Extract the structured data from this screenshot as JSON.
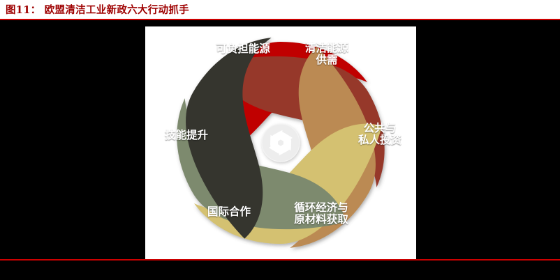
{
  "header": {
    "figure_number": "图11：",
    "title": "欧盟清洁工业新政六大行动抓手",
    "full_title": "图11： 欧盟清洁工业新政六大行动抓手",
    "title_color": "#9E0000",
    "rule_color": "#CC0000"
  },
  "figure": {
    "panel_background": "#FFFFFF",
    "center_icon": "aperture-shutter-icon",
    "center_icon_color": "#E8E8E8",
    "blades": [
      {
        "id": "affordable-energy",
        "label": "可负担能源",
        "color": "#C00000",
        "position": "top-left"
      },
      {
        "id": "clean-energy-supply-demand",
        "label": "清洁能源\n供需",
        "color": "#96372B",
        "position": "top-right"
      },
      {
        "id": "public-private-investment",
        "label": "公共与\n私人投资",
        "color": "#BB8A52",
        "position": "right"
      },
      {
        "id": "circular-economy-raw-materials",
        "label": "循环经济与\n原材料获取",
        "color": "#D4C171",
        "position": "bottom-right"
      },
      {
        "id": "international-cooperation",
        "label": "国际合作",
        "color": "#7D8A6E",
        "position": "bottom-left"
      },
      {
        "id": "skills-upgrading",
        "label": "技能提升",
        "color": "#36352F",
        "position": "left"
      }
    ]
  }
}
